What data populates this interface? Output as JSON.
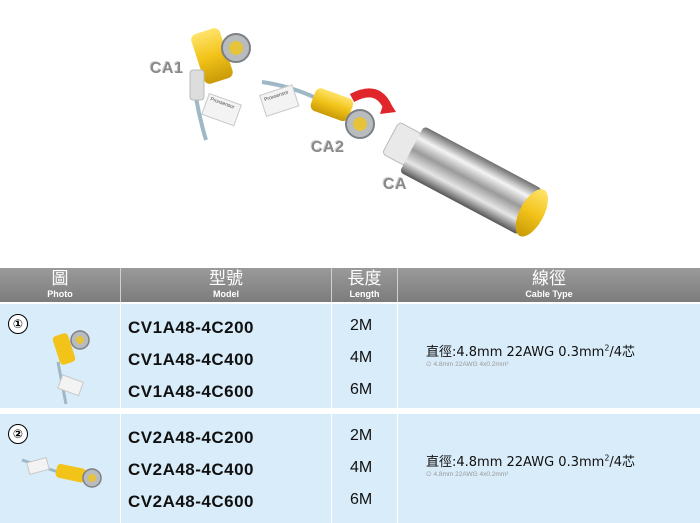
{
  "hero": {
    "labels": {
      "ca1": "CA1",
      "ca2": "CA2",
      "ca": "CA"
    },
    "tag_text": "Proxsensor"
  },
  "table": {
    "headers": [
      {
        "zh": "圖",
        "en": "Photo"
      },
      {
        "zh": "型號",
        "en": "Model"
      },
      {
        "zh": "長度",
        "en": "Length"
      },
      {
        "zh": "線徑",
        "en": "Cable Type"
      }
    ],
    "rows": [
      {
        "number": "①",
        "models": [
          "CV1A48-4C200",
          "CV1A48-4C400",
          "CV1A48-4C600"
        ],
        "lengths": [
          "2M",
          "4M",
          "6M"
        ],
        "cable_main": "直徑:4.8mm  22AWG  0.3mm",
        "cable_sup": "2",
        "cable_tail": "/4芯",
        "cable_sub": "∅ 4.8mm 22AWG 4x0.2mm²"
      },
      {
        "number": "②",
        "models": [
          "CV2A48-4C200",
          "CV2A48-4C400",
          "CV2A48-4C600"
        ],
        "lengths": [
          "2M",
          "4M",
          "6M"
        ],
        "cable_main": "直徑:4.8mm  22AWG  0.3mm",
        "cable_sup": "2",
        "cable_tail": "/4芯",
        "cable_sub": "∅ 4.8mm 22AWG 4x0.2mm²"
      }
    ]
  },
  "colors": {
    "header_bg": "#8a8a8a",
    "row_bg": "#d9ecf9",
    "connector_yellow": "#f2c319",
    "cable_blue": "#9fb8c6",
    "arrow_red": "#e0262b"
  }
}
